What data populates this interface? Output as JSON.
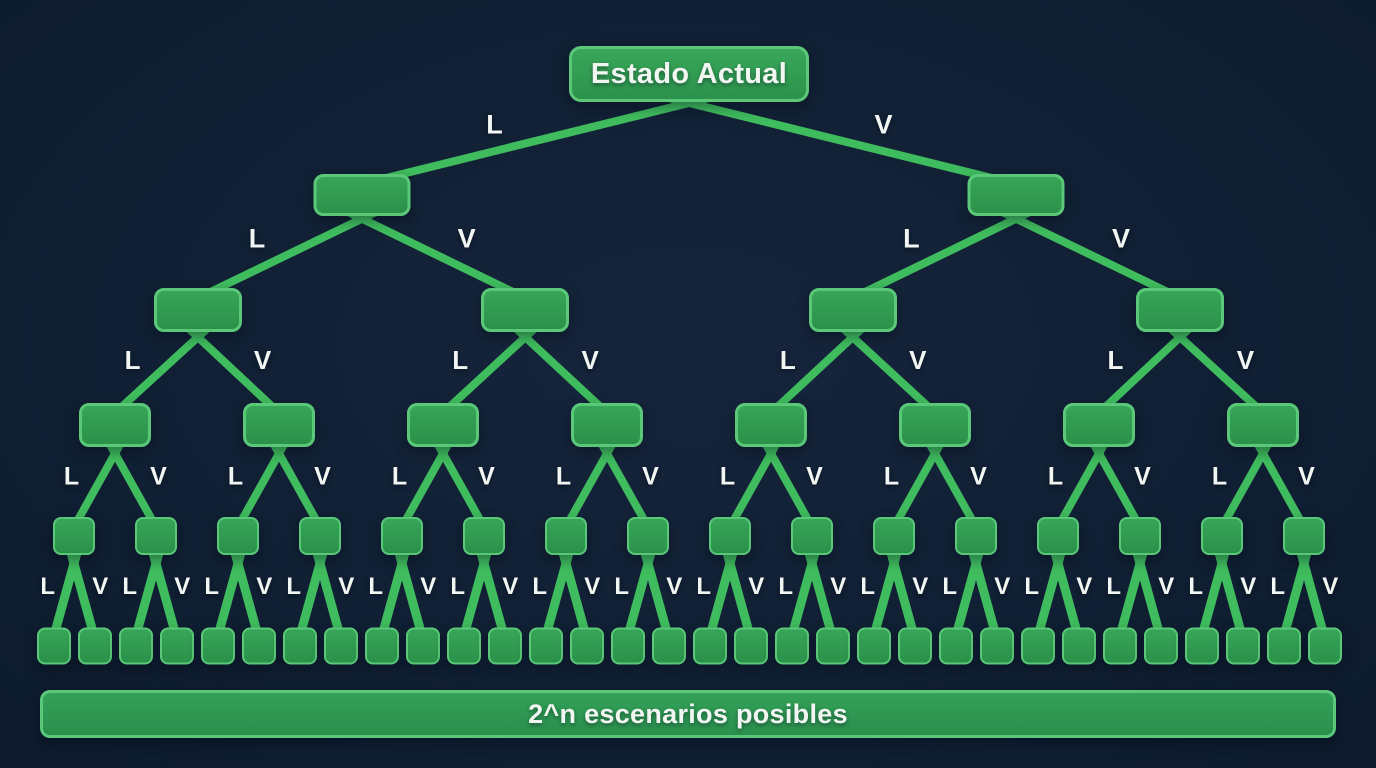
{
  "diagram": {
    "type": "binary-tree",
    "root_label": "Estado Actual",
    "branch_labels": {
      "left": "L",
      "right": "V"
    },
    "banner_label": "2^n escenarios posibles",
    "depth_levels": 6,
    "leaf_count": 32,
    "colors": {
      "background": "#101f33",
      "node_fill": "#2f9d4f",
      "node_border": "#5ac878",
      "edge": "#3fbc5e",
      "text": "#f2f6f2"
    }
  }
}
